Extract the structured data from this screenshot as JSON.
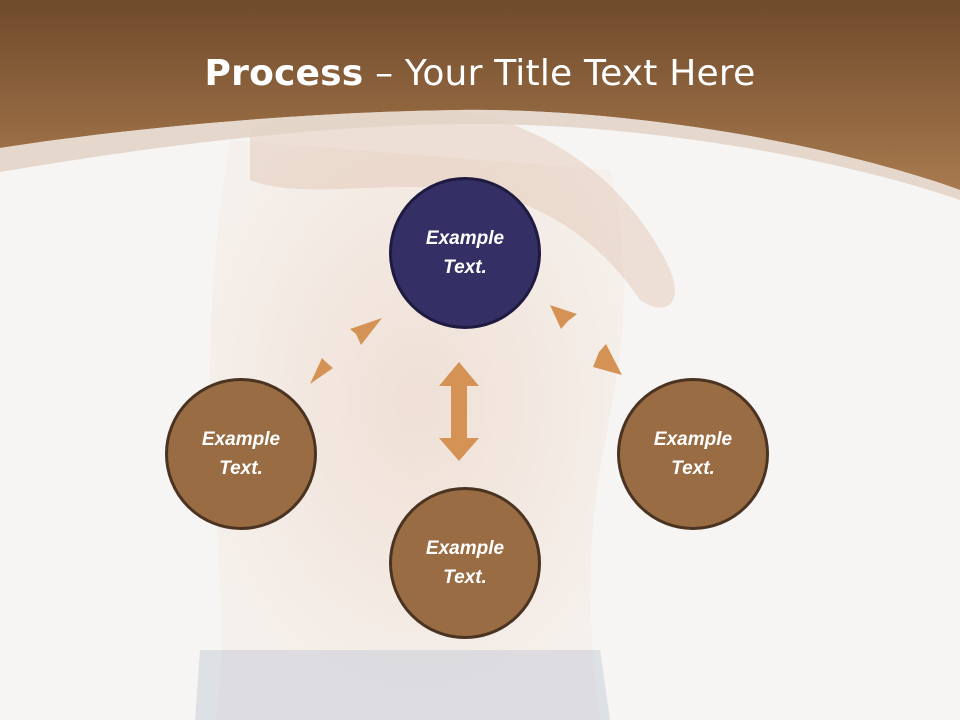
{
  "title": {
    "bold": "Process",
    "rest": " – Your Title Text Here"
  },
  "nodes": {
    "top": "Example\nText.",
    "left": "Example\nText.",
    "right": "Example\nText.",
    "bottom": "Example\nText."
  },
  "colors": {
    "header": "#8f6038",
    "top_circle": "#343066",
    "circle": "#9a6c43",
    "circle_border": "#4a3320",
    "arrow": "#d49255"
  },
  "arrows": {
    "count": 3,
    "style": "double-headed"
  }
}
